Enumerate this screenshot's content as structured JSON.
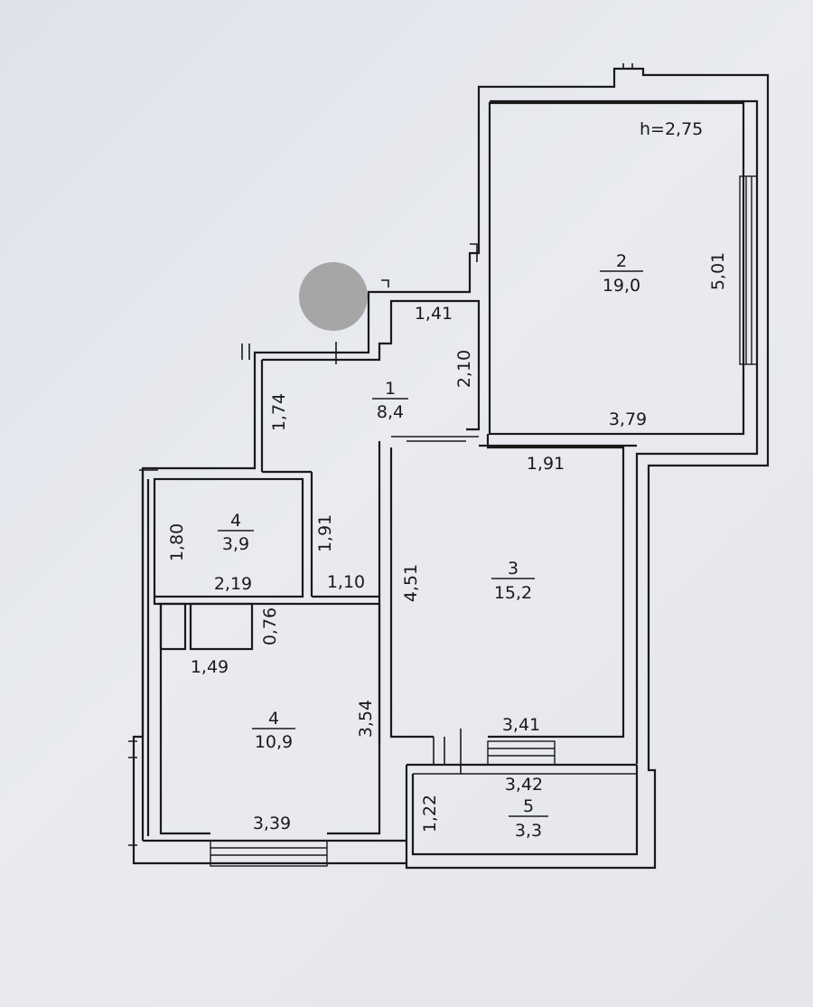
{
  "height_note": "h=2,75",
  "rooms": [
    {
      "id": "room-1",
      "number": "1",
      "area": "8,4"
    },
    {
      "id": "room-2",
      "number": "2",
      "area": "19,0"
    },
    {
      "id": "room-3",
      "number": "3",
      "area": "15,2"
    },
    {
      "id": "room-4-small",
      "number": "4",
      "area": "3,9"
    },
    {
      "id": "room-4-large",
      "number": "4",
      "area": "10,9"
    },
    {
      "id": "room-5",
      "number": "5",
      "area": "3,3"
    }
  ],
  "dimensions": {
    "r2_width": "3,79",
    "r2_length": "5,01",
    "r1_top": "1,41",
    "r1_right": "2,10",
    "r1_left": "1,74",
    "r3_top": "1,91",
    "r3_left": "4,51",
    "r3_bottom": "3,41",
    "r4s_height": "1,80",
    "r4s_width": "2,19",
    "r4s_right": "1,91",
    "corridor_gap": "1,10",
    "closet_depth": "0,76",
    "closet_width": "1,49",
    "r4l_right": "3,54",
    "r4l_bottom": "3,39",
    "r5_width": "3,42",
    "r5_depth": "1,22"
  }
}
